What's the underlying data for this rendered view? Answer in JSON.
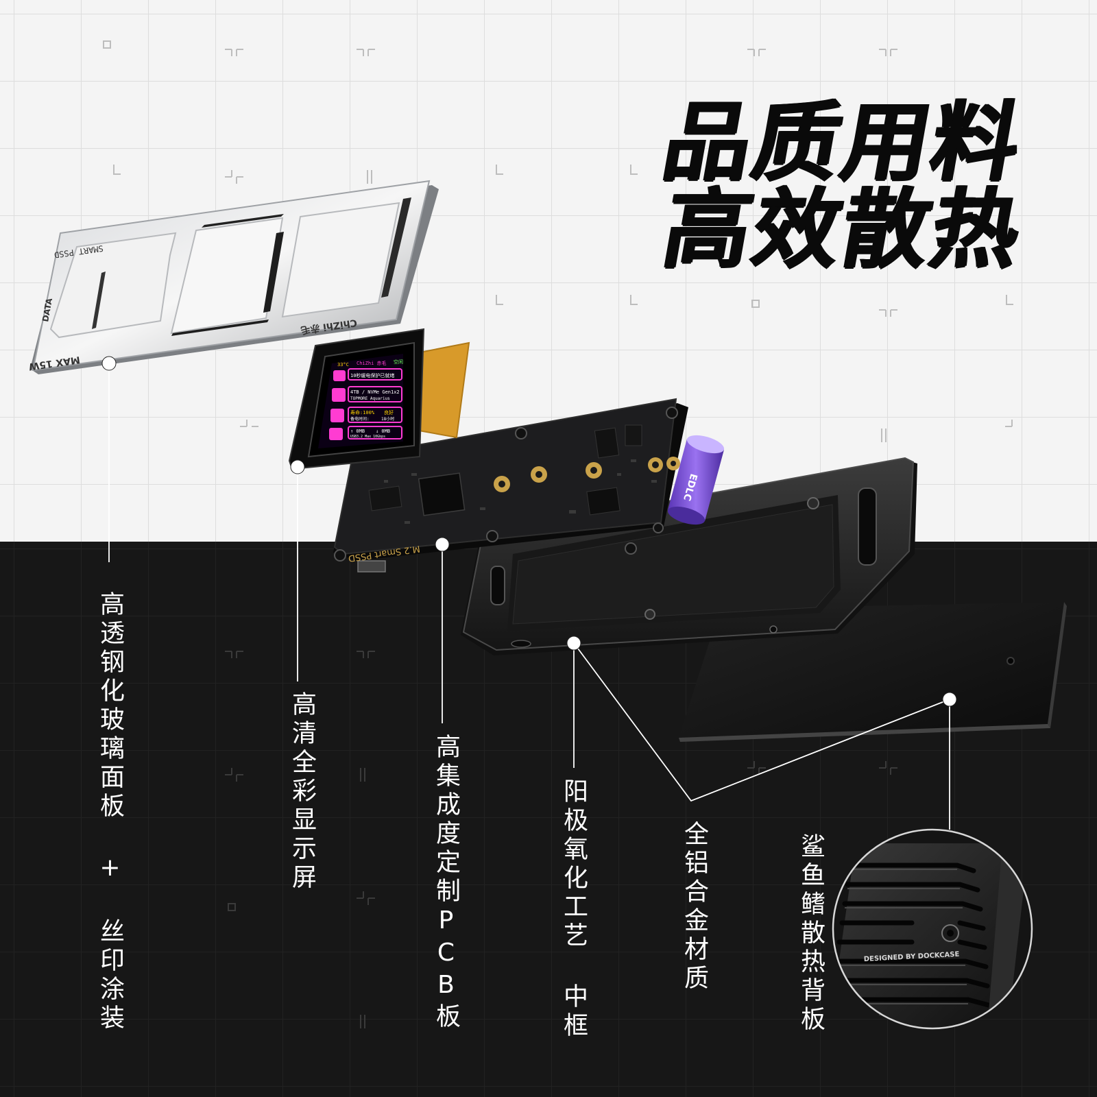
{
  "title": {
    "line1": "品质用料",
    "line2": "高效散热"
  },
  "callouts": [
    {
      "id": "glass",
      "label": "高透钢化玻璃面板 + 丝印涂装"
    },
    {
      "id": "display",
      "label": "高清全彩显示屏"
    },
    {
      "id": "pcb",
      "label": "高集成度定制PCB板"
    },
    {
      "id": "frame",
      "label": "阳极氧化工艺 中框"
    },
    {
      "id": "alloy",
      "label": "全铝合金材质"
    },
    {
      "id": "fin",
      "label": "鲨鱼鳍散热背板"
    }
  ],
  "product_marks": {
    "panel_brand": "ChiZhi 赤毛",
    "panel_model": "SMART PSSD",
    "panel_data": "DATA",
    "panel_max": "MAX 15W",
    "pcb_name": "M.2 Smart PSSD",
    "backplate_text": "DESIGNED BY DOCKCASE",
    "capacitor": "EDLC"
  },
  "screen": {
    "temp": "33°C",
    "brand": "ChiZhi 赤毛",
    "status": "空闲",
    "notice": "10秒缓电保护已就绪",
    "capacity": "4TB / NVMe Gen1x2",
    "ssd_model": "TOPMORE  Aquarius",
    "health_label": "寿命:100%",
    "health_status": "良好",
    "backup_label": "备电时间:",
    "backup_value": "18小时",
    "up_speed": "↑ 0MB",
    "down_speed": "↓ 0MB",
    "interface": "USB3.2 Max 10Gbps"
  },
  "colors": {
    "top_bg": "#f4f4f4",
    "bottom_bg": "#171717",
    "title": "#0a0a0a",
    "label": "#ffffff",
    "screen_accent": "#ff3cd2",
    "capacitor": "#7b4fd9",
    "flex_cable": "#d89a2a"
  }
}
